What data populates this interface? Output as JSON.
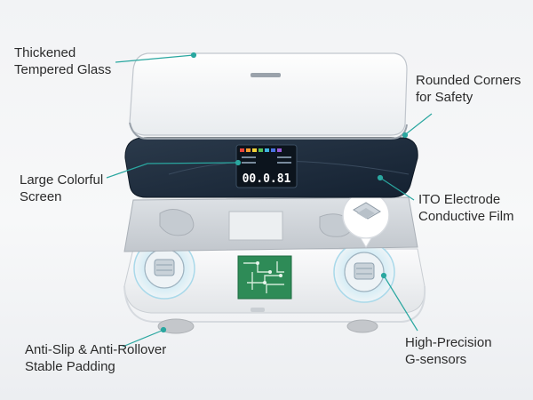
{
  "callouts": {
    "glass": {
      "line1": "Thickened",
      "line2": "Tempered Glass"
    },
    "corners": {
      "line1": "Rounded Corners",
      "line2": "for Safety"
    },
    "screen": {
      "line1": "Large Colorful",
      "line2": "Screen"
    },
    "ito": {
      "line1": "ITO Electrode",
      "line2": "Conductive Film"
    },
    "padding": {
      "line1": "Anti-Slip & Anti-Rollover",
      "line2": "Stable Padding"
    },
    "sensors": {
      "line1": "High-Precision",
      "line2": "G-sensors"
    }
  },
  "display": {
    "readout": "00.0.81"
  },
  "colors": {
    "leader": "#2aa7a0",
    "glass_edge": "#bfc5cc",
    "electrode_panel": "#1f2c3a",
    "metal_plate": "#d3d7dc",
    "base": "#f4f5f6",
    "pcb": "#2e8b57"
  }
}
